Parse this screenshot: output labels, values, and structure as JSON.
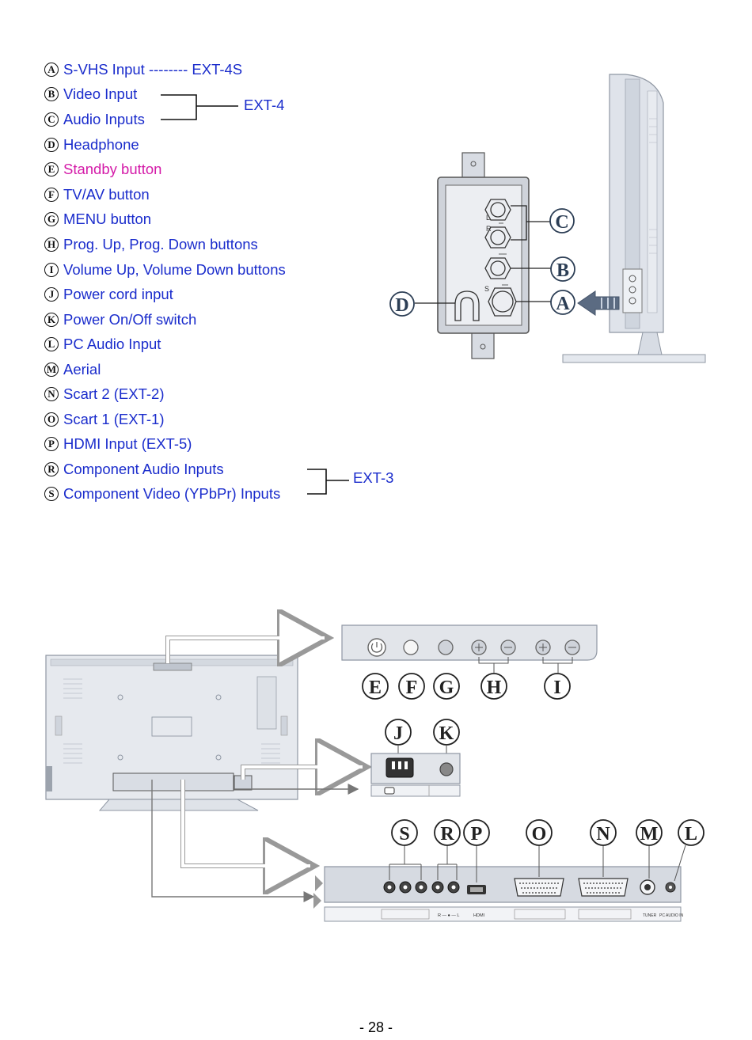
{
  "legend": {
    "items": [
      {
        "letter": "A",
        "label": "S-VHS Input -------- EXT-4S"
      },
      {
        "letter": "B",
        "label": "Video Input"
      },
      {
        "letter": "C",
        "label": "Audio Inputs"
      },
      {
        "letter": "D",
        "label": "Headphone"
      },
      {
        "letter": "E",
        "label": "Standby button"
      },
      {
        "letter": "F",
        "label": "TV/AV button"
      },
      {
        "letter": "G",
        "label": "MENU button"
      },
      {
        "letter": "H",
        "label": "Prog. Up, Prog. Down buttons"
      },
      {
        "letter": "I",
        "label": "Volume Up, Volume Down buttons"
      },
      {
        "letter": "J",
        "label": "Power cord input"
      },
      {
        "letter": "K",
        "label": "Power On/Off switch"
      },
      {
        "letter": "L",
        "label": "PC Audio Input"
      },
      {
        "letter": "M",
        "label": "Aerial"
      },
      {
        "letter": "N",
        "label": "Scart 2 (EXT-2)"
      },
      {
        "letter": "O",
        "label": "Scart 1 (EXT-1)"
      },
      {
        "letter": "P",
        "label": "HDMI Input (EXT-5)"
      },
      {
        "letter": "R",
        "label": "Component Audio Inputs"
      },
      {
        "letter": "S",
        "label": "Component Video (YPbPr) Inputs"
      }
    ],
    "ext4": "EXT-4",
    "ext3": "EXT-3"
  },
  "side_panel": {
    "callouts": {
      "a": "A",
      "b": "B",
      "c": "C",
      "d": "D"
    },
    "jack_l": "L",
    "jack_r": "R",
    "jack_s": "S"
  },
  "rear_panel": {
    "callouts": {
      "e": "E",
      "f": "F",
      "g": "G",
      "h": "H",
      "i": "I",
      "j": "J",
      "k": "K",
      "l": "L",
      "m": "M",
      "n": "N",
      "o": "O",
      "p": "P",
      "r": "R",
      "s": "S"
    },
    "strip": {
      "rl": "R — ● — L",
      "hdmi": "HDMI",
      "tuner": "TUNER",
      "pcaudio": "PC AUDIO IN"
    }
  },
  "colors": {
    "label_blue": "#1a2ccc",
    "standby_pink": "#d41aa8"
  },
  "page_number": "- 28 -"
}
